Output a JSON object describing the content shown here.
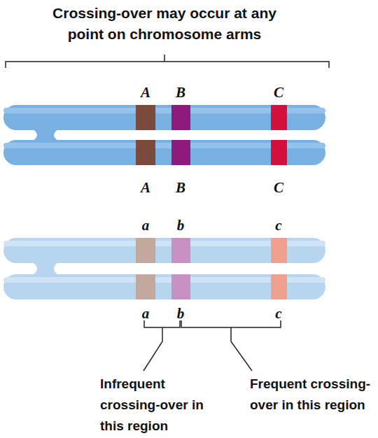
{
  "diagram": {
    "title": "Crossing-over may occur at any point on chromosome arms",
    "labels": [
      "A",
      "B",
      "C",
      "A",
      "B",
      "C",
      "a",
      "b",
      "c",
      "a",
      "b",
      "c",
      "Infrequent crossing-over in this region",
      "Frequent crossing-over in this region"
    ]
  }
}
